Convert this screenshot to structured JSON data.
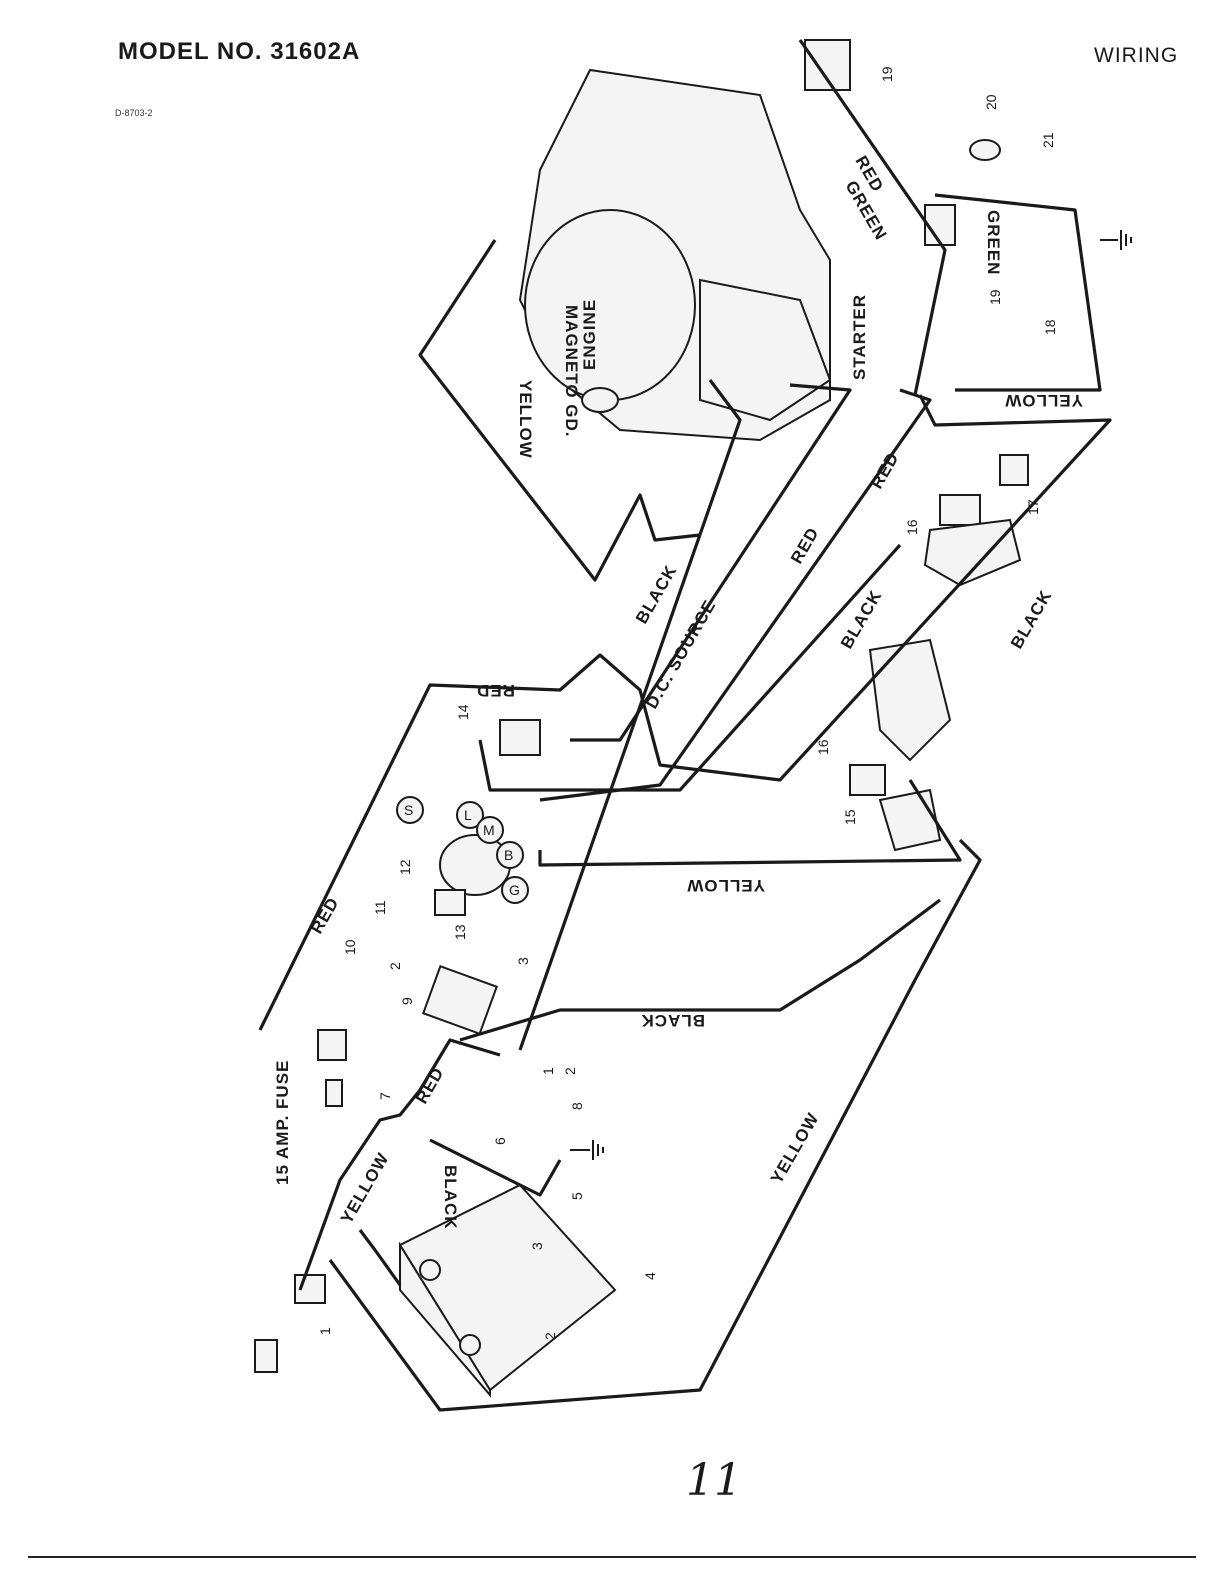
{
  "header": {
    "model": "MODEL NO. 31602A",
    "section": "WIRING",
    "code": "D-8703-2"
  },
  "components": {
    "engine": "ENGINE",
    "starter": "STARTER",
    "fuse": "15 AMP. FUSE"
  },
  "wire_labels": {
    "magneto": "MAGNETO GD.",
    "yellow": "YELLOW",
    "black": "BLACK",
    "dc_source": "D.C. SOURCE",
    "red": "RED",
    "green": "GREEN"
  },
  "callouts": [
    "1",
    "2",
    "3",
    "4",
    "5",
    "6",
    "7",
    "8",
    "9",
    "10",
    "11",
    "12",
    "13",
    "14",
    "15",
    "16",
    "17",
    "18",
    "19",
    "20",
    "21"
  ],
  "switch_terminals": [
    "S",
    "L",
    "M",
    "B",
    "G"
  ],
  "page_number": "11"
}
